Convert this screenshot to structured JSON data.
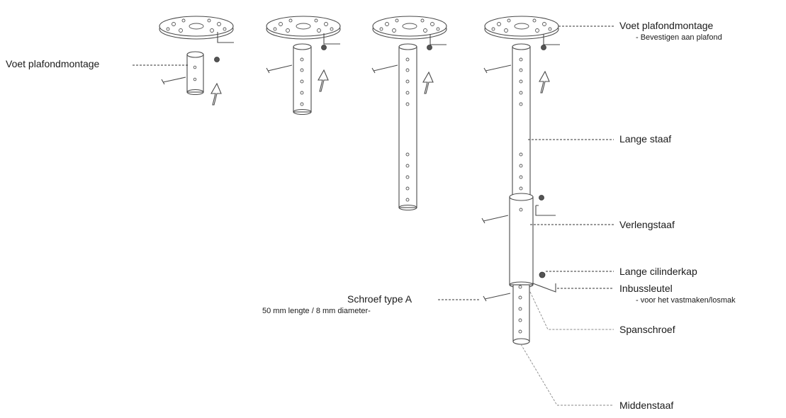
{
  "labels": {
    "voet_left": "Voet plafondmontage",
    "voet_right": "Voet plafondmontage",
    "voet_right_sub": "- Bevestigen aan plafond",
    "lange_staaf": "Lange staaf",
    "verlengstaaf": "Verlengstaaf",
    "lange_cilinderkap": "Lange cilinderkap",
    "inbussleutel": "Inbussleutel",
    "inbussleutel_sub": "- voor het vastmaken/losmak",
    "schroef": "Schroef type A",
    "schroef_sub": "50 mm lengte / 8 mm diameter-",
    "spanschroef": "Spanschroef",
    "middenstaaf": "Middenstaaf"
  },
  "assembly_variants": 4,
  "colors": {
    "line": "#4a4a4a",
    "text": "#1a1a1a",
    "background": "#ffffff"
  }
}
